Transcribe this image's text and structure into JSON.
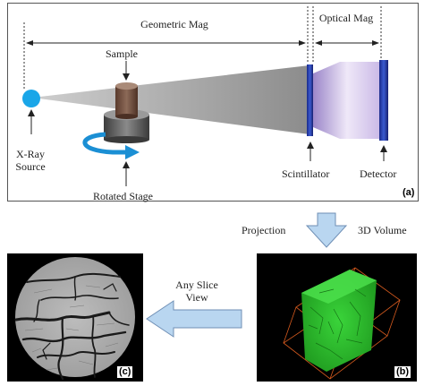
{
  "panel_a": {
    "geometric_mag": "Geometric Mag",
    "optical_mag": "Optical Mag",
    "sample": "Sample",
    "xray_source": "X-Ray Source",
    "rotated_stage": "Rotated Stage",
    "scintillator": "Scintillator",
    "detector": "Detector",
    "tag": "(a)"
  },
  "flow": {
    "projection": "Projection",
    "volume": "3D Volume",
    "slice_view": "Any Slice View"
  },
  "panel_b": {
    "tag": "(b)"
  },
  "panel_c": {
    "tag": "(c)"
  },
  "colors": {
    "source": "#1aa6e8",
    "stage_arrow": "#1b8fd4",
    "flow_arrow": "#b9d6f0",
    "volume": "#2fc12f",
    "box_edge": "#d65a1e"
  }
}
